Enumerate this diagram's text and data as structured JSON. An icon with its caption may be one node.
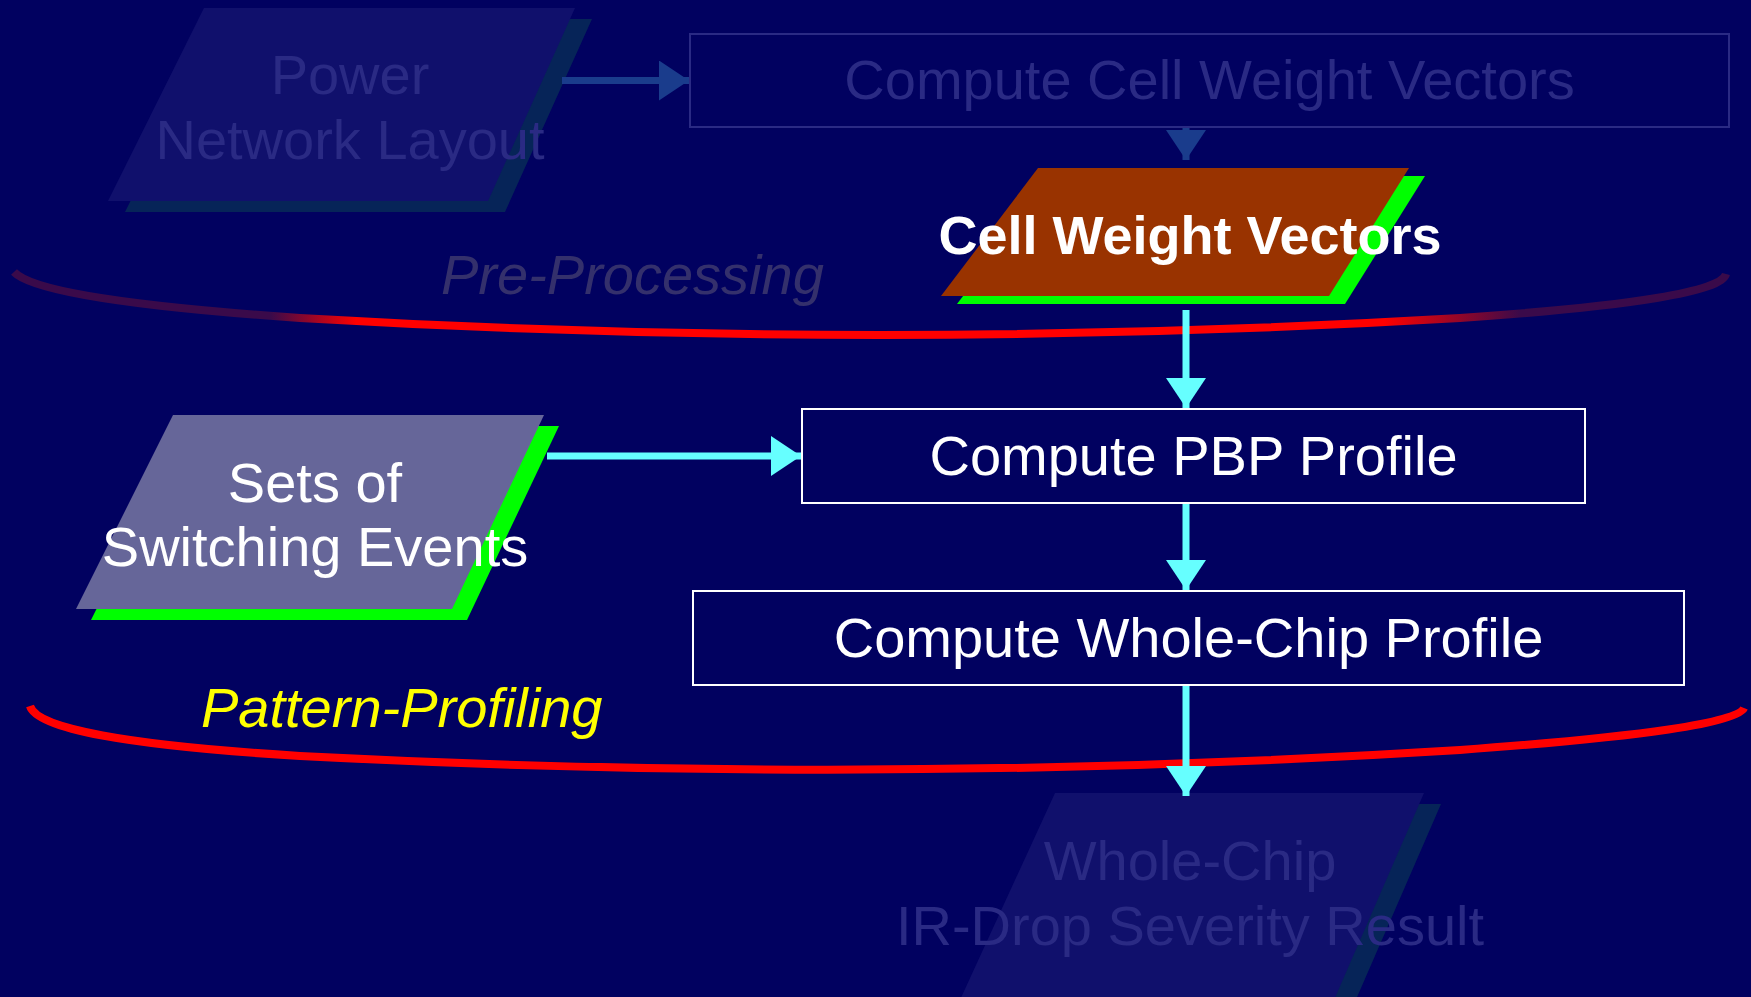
{
  "diagram": {
    "nodes": [
      {
        "text": [
          "Power",
          "Network Layout"
        ]
      },
      {
        "text": [
          "Compute Cell Weight Vectors"
        ]
      },
      {
        "text": [
          "Cell Weight Vectors"
        ]
      },
      {
        "text": [
          "Sets of",
          "Switching Events"
        ]
      },
      {
        "text": [
          "Compute PBP Profile"
        ]
      },
      {
        "text": [
          "Compute Whole-Chip Profile"
        ]
      },
      {
        "text": [
          "Whole-Chip",
          "IR-Drop Severity Result"
        ]
      }
    ],
    "edges": [
      {
        "from": 0,
        "to": 1,
        "arrow": "to",
        "color": "#1a3c8c"
      },
      {
        "from": 1,
        "to": 2,
        "arrow": "to",
        "color": "#1a3c8c"
      },
      {
        "from": 2,
        "to": 4,
        "arrow": "to"
      },
      {
        "from": 3,
        "to": 4,
        "arrow": "to"
      },
      {
        "from": 4,
        "to": 5,
        "arrow": "to"
      },
      {
        "from": 5,
        "to": 6,
        "arrow": "to"
      }
    ],
    "labels": [
      "Pre-Processing",
      "Pattern-Profiling"
    ]
  }
}
